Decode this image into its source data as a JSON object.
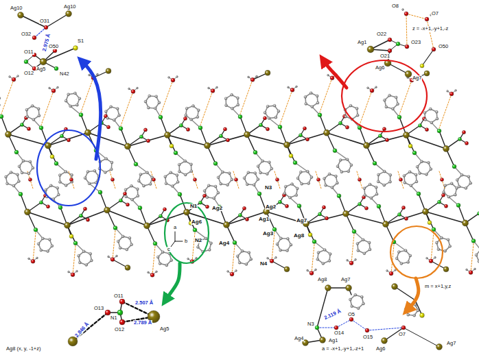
{
  "diagram": {
    "labels": [
      "Ag10",
      "Ag10",
      "O31",
      "O32",
      "2.975 Å",
      "S1",
      "O50",
      "O11",
      "Ag5",
      "O12",
      "N42",
      "O8",
      "O7",
      "z = -x+1,-y+1,-z",
      "O22",
      "O23",
      "Ag1",
      "O21",
      "O50",
      "Ag6",
      "Ag7",
      "N3",
      "N1",
      "Ag2",
      "Ag2",
      "Ag1",
      "Ag7",
      "Ag6",
      "Ag3",
      "Ag8",
      "N2",
      "Ag4",
      "a",
      "b",
      "c",
      "N4",
      "Ag8",
      "Ag7",
      "m = x+1,y,z",
      "O11",
      "2.507 Å",
      "O13",
      "N1",
      "2.789 Å",
      "Ag5",
      "O12",
      "2.846 Å",
      "O14",
      "N3",
      "2.119 Å",
      "O5",
      "O15",
      "O7",
      "Ag1",
      "a = -x+1,-y+1,-z+1",
      "Ag4",
      "Ag6",
      "Ag7",
      "Ag8 (x, y, -1+z)"
    ]
  }
}
